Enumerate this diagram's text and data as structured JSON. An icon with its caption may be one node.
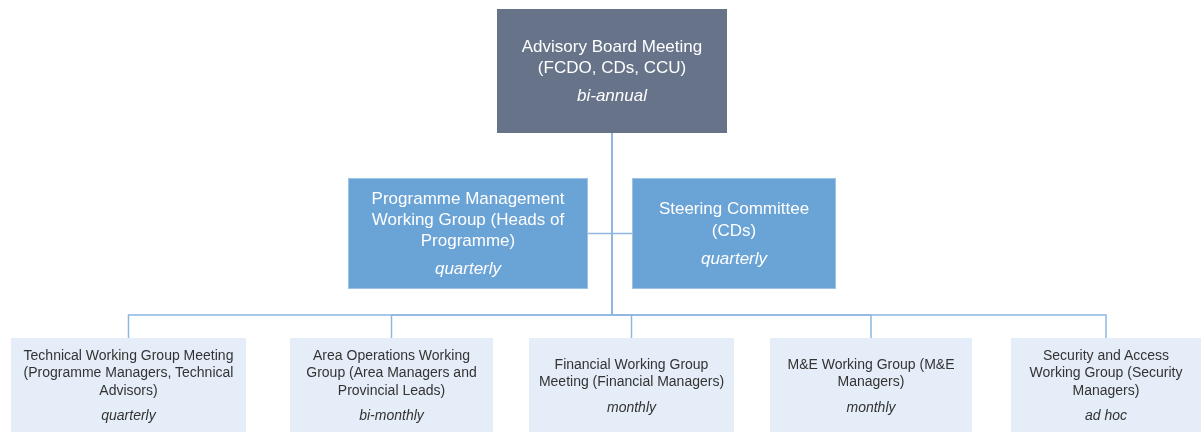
{
  "diagram": {
    "nodes": [
      {
        "text": [
          "Advisory Board Meeting (FCDO, CDs, CCU)",
          "bi-annual"
        ]
      },
      {
        "text": [
          "Programme Management Working Group (Heads of Programme)",
          "quarterly"
        ]
      },
      {
        "text": [
          "Steering Committee (CDs)",
          "quarterly"
        ]
      },
      {
        "text": [
          "Technical Working Group Meeting (Programme Managers, Technical Advisors)",
          "quarterly"
        ]
      },
      {
        "text": [
          "Area Operations Working Group (Area Managers and Provincial Leads)",
          "bi-monthly"
        ]
      },
      {
        "text": [
          "Financial Working Group Meeting (Financial Managers)",
          "monthly"
        ]
      },
      {
        "text": [
          "M&E Working Group (M&E Managers)",
          "monthly"
        ]
      },
      {
        "text": [
          "Security and Access Working Group (Security Managers)",
          "ad hoc"
        ]
      }
    ],
    "edges": [
      {
        "from": 0,
        "to": 1,
        "arrow": "none"
      },
      {
        "from": 0,
        "to": 2,
        "arrow": "none"
      },
      {
        "from": 0,
        "to": 3,
        "arrow": "none"
      },
      {
        "from": 0,
        "to": 4,
        "arrow": "none"
      },
      {
        "from": 0,
        "to": 5,
        "arrow": "none"
      },
      {
        "from": 0,
        "to": 6,
        "arrow": "none"
      },
      {
        "from": 0,
        "to": 7,
        "arrow": "none"
      }
    ]
  }
}
